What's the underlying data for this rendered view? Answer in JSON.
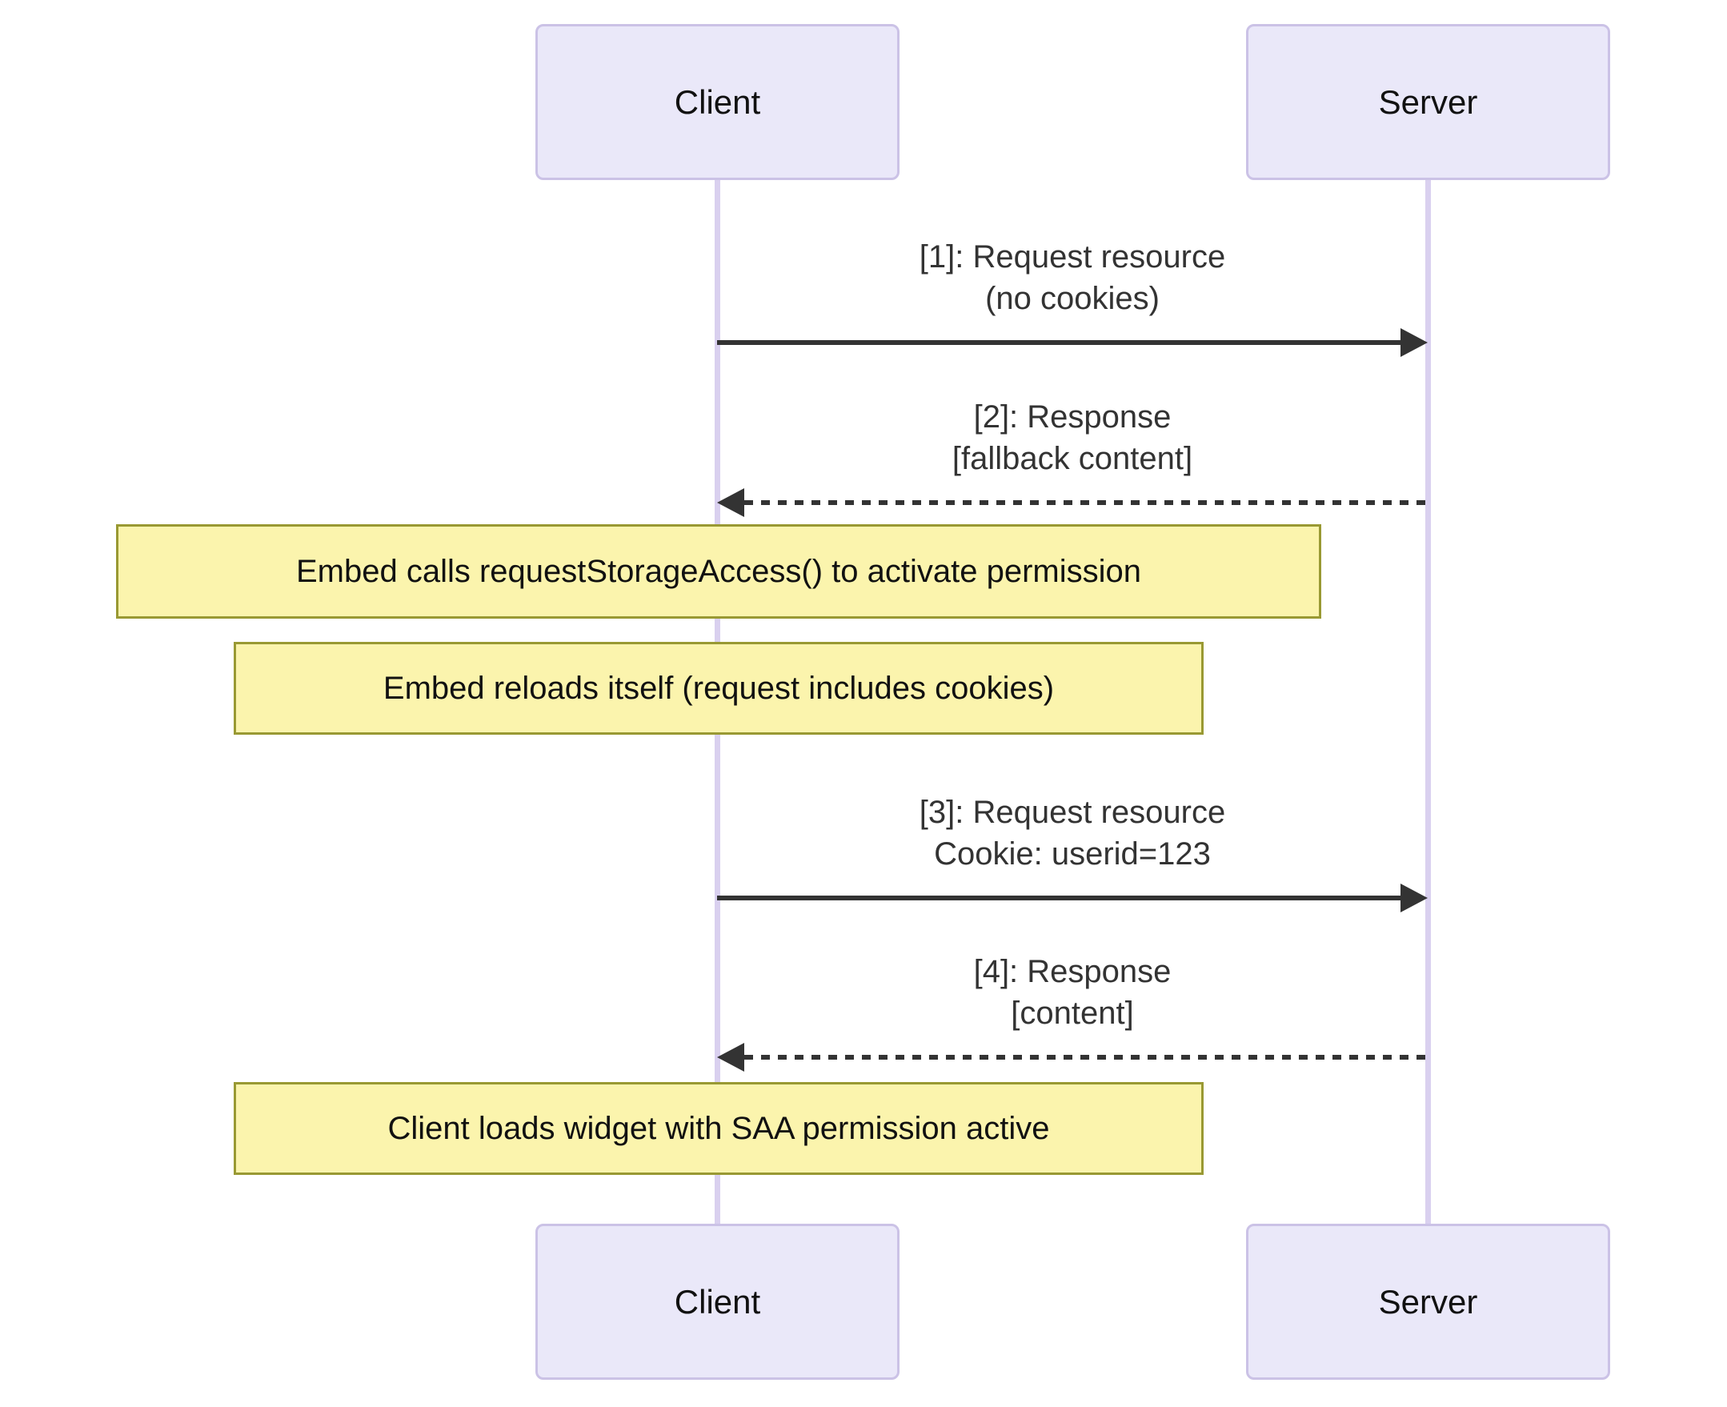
{
  "diagram_type": "sequence-diagram",
  "actors": [
    {
      "id": "client",
      "label": "Client"
    },
    {
      "id": "server",
      "label": "Server"
    }
  ],
  "messages": [
    {
      "line1": "[1]: Request resource",
      "line2": "(no cookies)",
      "from": "client",
      "to": "server",
      "line_style": "solid",
      "direction": "right"
    },
    {
      "line1": "[2]: Response",
      "line2": "[fallback content]",
      "from": "server",
      "to": "client",
      "line_style": "dashed",
      "direction": "left"
    },
    {
      "line1": "[3]: Request resource",
      "line2": "Cookie: userid=123",
      "from": "client",
      "to": "server",
      "line_style": "solid",
      "direction": "right"
    },
    {
      "line1": "[4]: Response",
      "line2": "[content]",
      "from": "server",
      "to": "client",
      "line_style": "dashed",
      "direction": "left"
    }
  ],
  "notes": [
    {
      "text": "Embed calls requestStorageAccess() to activate permission"
    },
    {
      "text": "Embed reloads itself (request includes cookies)"
    },
    {
      "text": "Client loads widget with SAA permission active"
    }
  ],
  "colors": {
    "actor_fill": "#EAE8F9",
    "actor_border": "#CBC2E6",
    "lifeline": "#D9D0EF",
    "note_fill": "#FBF4AD",
    "note_border": "#999933",
    "msg_text": "#333333",
    "arrow": "#333333"
  }
}
